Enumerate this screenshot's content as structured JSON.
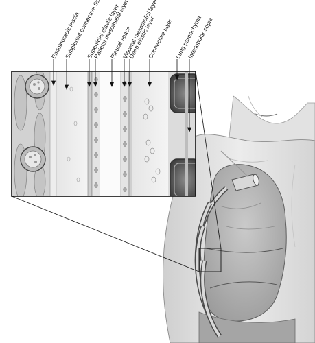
{
  "labels": [
    {
      "id": "endothoracic-fascia",
      "text": "Endothoracic fascia"
    },
    {
      "id": "subpleural-connective-tissue",
      "text": "Subpleural connective tissue"
    },
    {
      "id": "superficial-elastic-layer",
      "text": "Superficial elastic layer"
    },
    {
      "id": "parietal-mesothelial-layer",
      "text": "Parietal mesothelial layer"
    },
    {
      "id": "pleural-space",
      "text": "Pleural space"
    },
    {
      "id": "visceral-mesothelial-layer",
      "text": "Visceral mesothelial layer"
    },
    {
      "id": "deep-elastic-layer",
      "text": "Deep elastic layer"
    },
    {
      "id": "connective-layer",
      "text": "Connective layer"
    },
    {
      "id": "lung-parenchyma",
      "text": "Lung parenchyma"
    },
    {
      "id": "interlobular-septa",
      "text": "Interlobular septa"
    }
  ]
}
